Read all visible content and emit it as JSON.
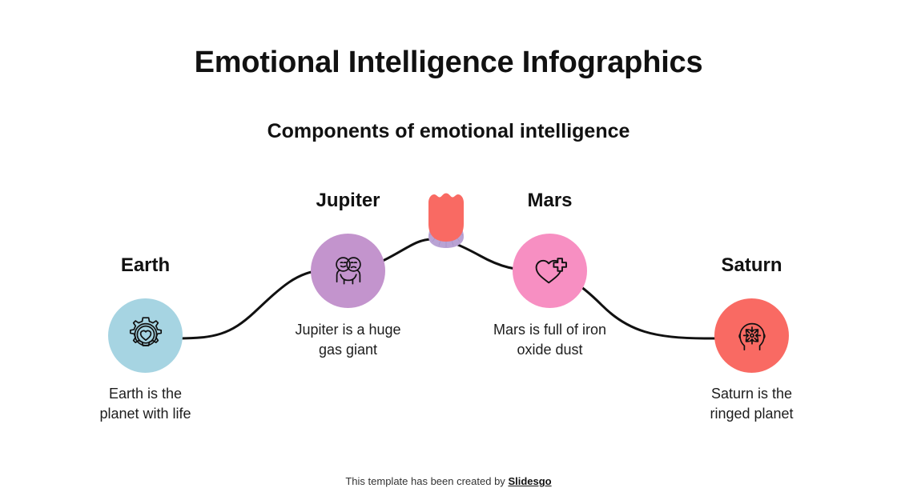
{
  "slide": {
    "title": "Emotional Intelligence Infographics",
    "subtitle": "Components of emotional intelligence",
    "background_color": "#ffffff"
  },
  "connector": {
    "color": "#111111",
    "stroke_width": 3,
    "shape": "wave"
  },
  "flower": {
    "name": "tulip-flower",
    "petal_color": "#f96a63",
    "base_color": "#b9a3d4"
  },
  "nodes": [
    {
      "id": "earth",
      "name": "Earth",
      "description": "Earth is the\nplanet with life",
      "description_line1": "Earth is the",
      "description_line2": "planet with life",
      "color": "#a6d4e2",
      "icon": "gear-heart-icon"
    },
    {
      "id": "jupiter",
      "name": "Jupiter",
      "description": "Jupiter is a huge\ngas giant",
      "description_line1": "Jupiter is a huge",
      "description_line2": "gas giant",
      "color": "#c394cd",
      "icon": "two-faces-empathy-icon"
    },
    {
      "id": "mars",
      "name": "Mars",
      "description": "Mars is full of iron\noxide dust",
      "description_line1": "Mars is full of iron",
      "description_line2": "oxide dust",
      "color": "#f78fc2",
      "icon": "heart-plus-icon"
    },
    {
      "id": "saturn",
      "name": "Saturn",
      "description": "Saturn is the\nringed planet",
      "description_line1": "Saturn is the",
      "description_line2": "ringed planet",
      "color": "#f96a63",
      "icon": "head-focus-arrows-icon"
    }
  ],
  "footer": {
    "text": "This template has been created by",
    "brand": "Slidesgo"
  }
}
